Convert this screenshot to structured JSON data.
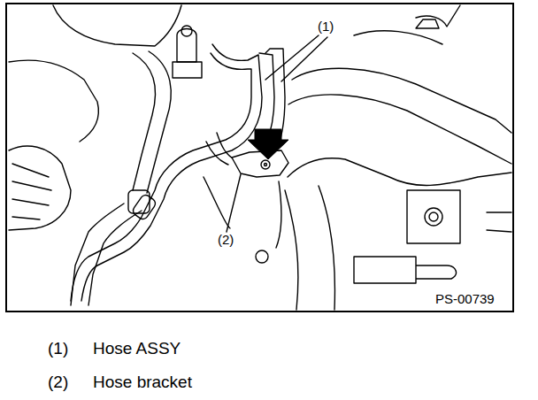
{
  "diagram": {
    "labels": [
      "(1)",
      "(2)",
      "PS-00739",
      "(1)",
      "Hose ASSY",
      "(2)",
      "Hose bracket"
    ]
  }
}
